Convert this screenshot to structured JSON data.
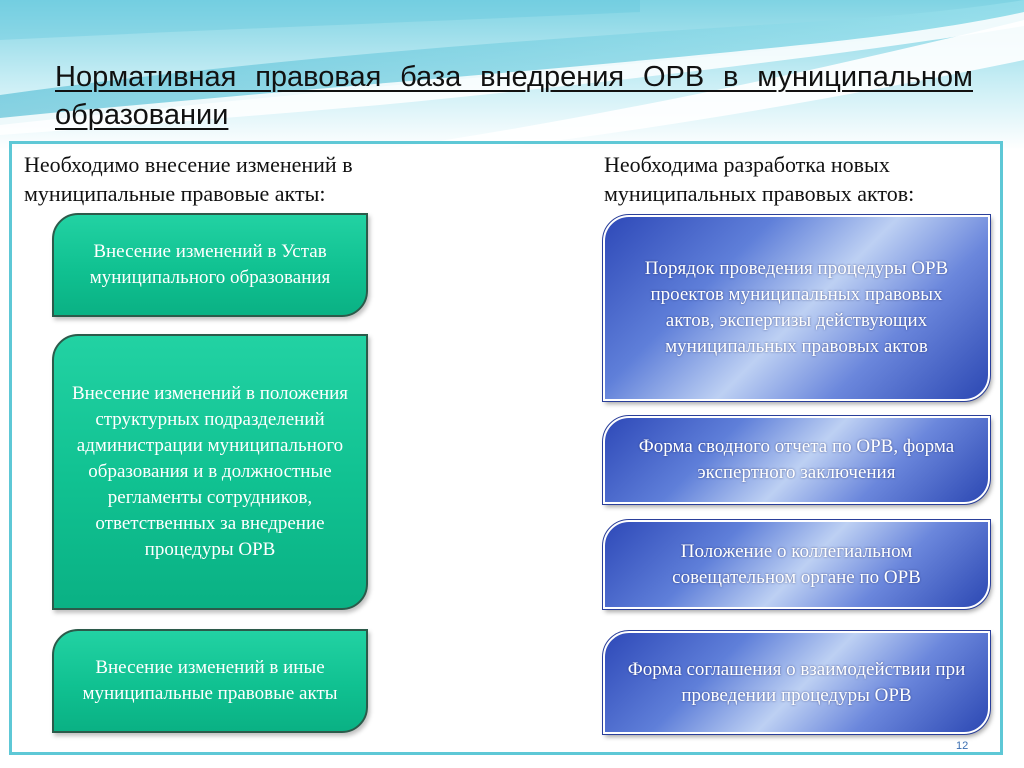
{
  "title": "Нормативная правовая база внедрения ОРВ в муниципальном образовании",
  "left_column": {
    "heading": "Необходимо внесение изменений в муниципальные правовые акты:",
    "boxes": [
      "Внесение изменений в Устав муниципального образования",
      "Внесение изменений в положения структурных подразделений администрации муниципального образования и в должностные регламенты сотрудников, ответственных за внедрение процедуры ОРВ",
      "Внесение изменений в иные муниципальные правовые акты"
    ]
  },
  "right_column": {
    "heading": "Необходима разработка новых муниципальных правовых актов:",
    "boxes": [
      "Порядок проведения процедуры ОРВ проектов муниципальных правовых актов, экспертизы действующих муниципальных правовых актов",
      "Форма сводного отчета по ОРВ, форма экспертного заключения",
      "Положение о коллегиальном совещательном органе по ОРВ",
      "Форма соглашения о взаимодействии при проведении процедуры ОРВ"
    ]
  },
  "page_number": "12",
  "colors": {
    "frame": "#5ec8d6",
    "green_box": "#10c191",
    "blue_box": "#3a57c4",
    "page_number": "#3a6db0"
  }
}
